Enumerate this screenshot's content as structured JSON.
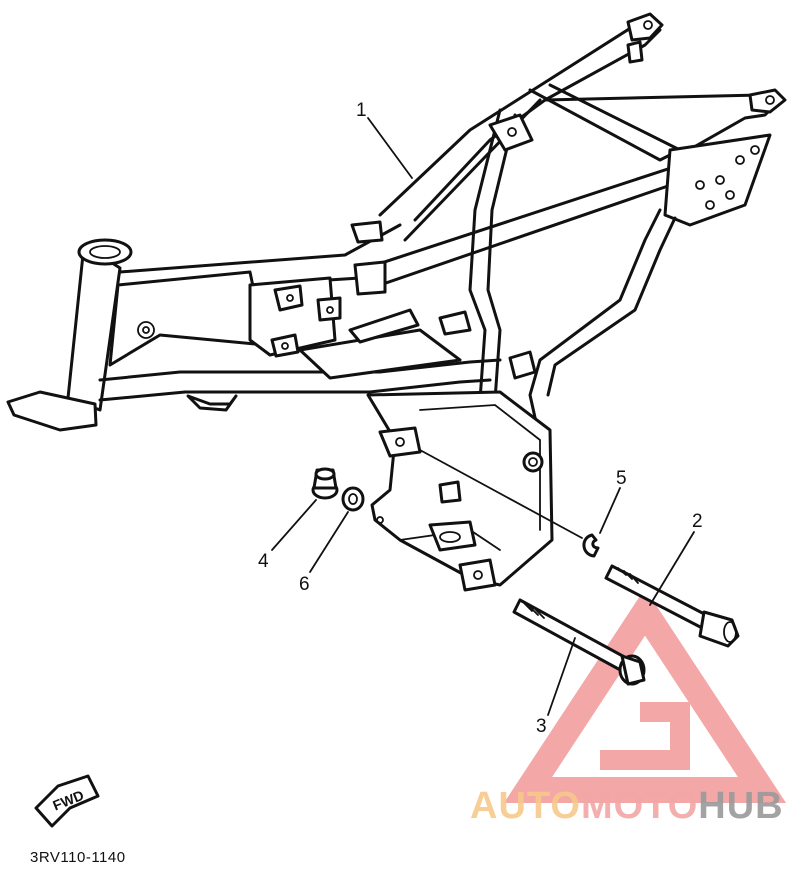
{
  "diagram": {
    "part_code": "3RV110-1140",
    "fwd_label": "FWD",
    "callouts": [
      {
        "id": "1",
        "label": "1"
      },
      {
        "id": "2",
        "label": "2"
      },
      {
        "id": "3",
        "label": "3"
      },
      {
        "id": "4",
        "label": "4"
      },
      {
        "id": "5",
        "label": "5"
      },
      {
        "id": "6",
        "label": "6"
      }
    ]
  },
  "watermark": {
    "part1": "AUTO",
    "part2": "MOTO",
    "part3": "HUB",
    "colors": {
      "logo_triangle": "#f08a8a",
      "auto": "#f7c98a",
      "moto": "#f3a6a6",
      "hub": "#9a9a9a"
    }
  }
}
